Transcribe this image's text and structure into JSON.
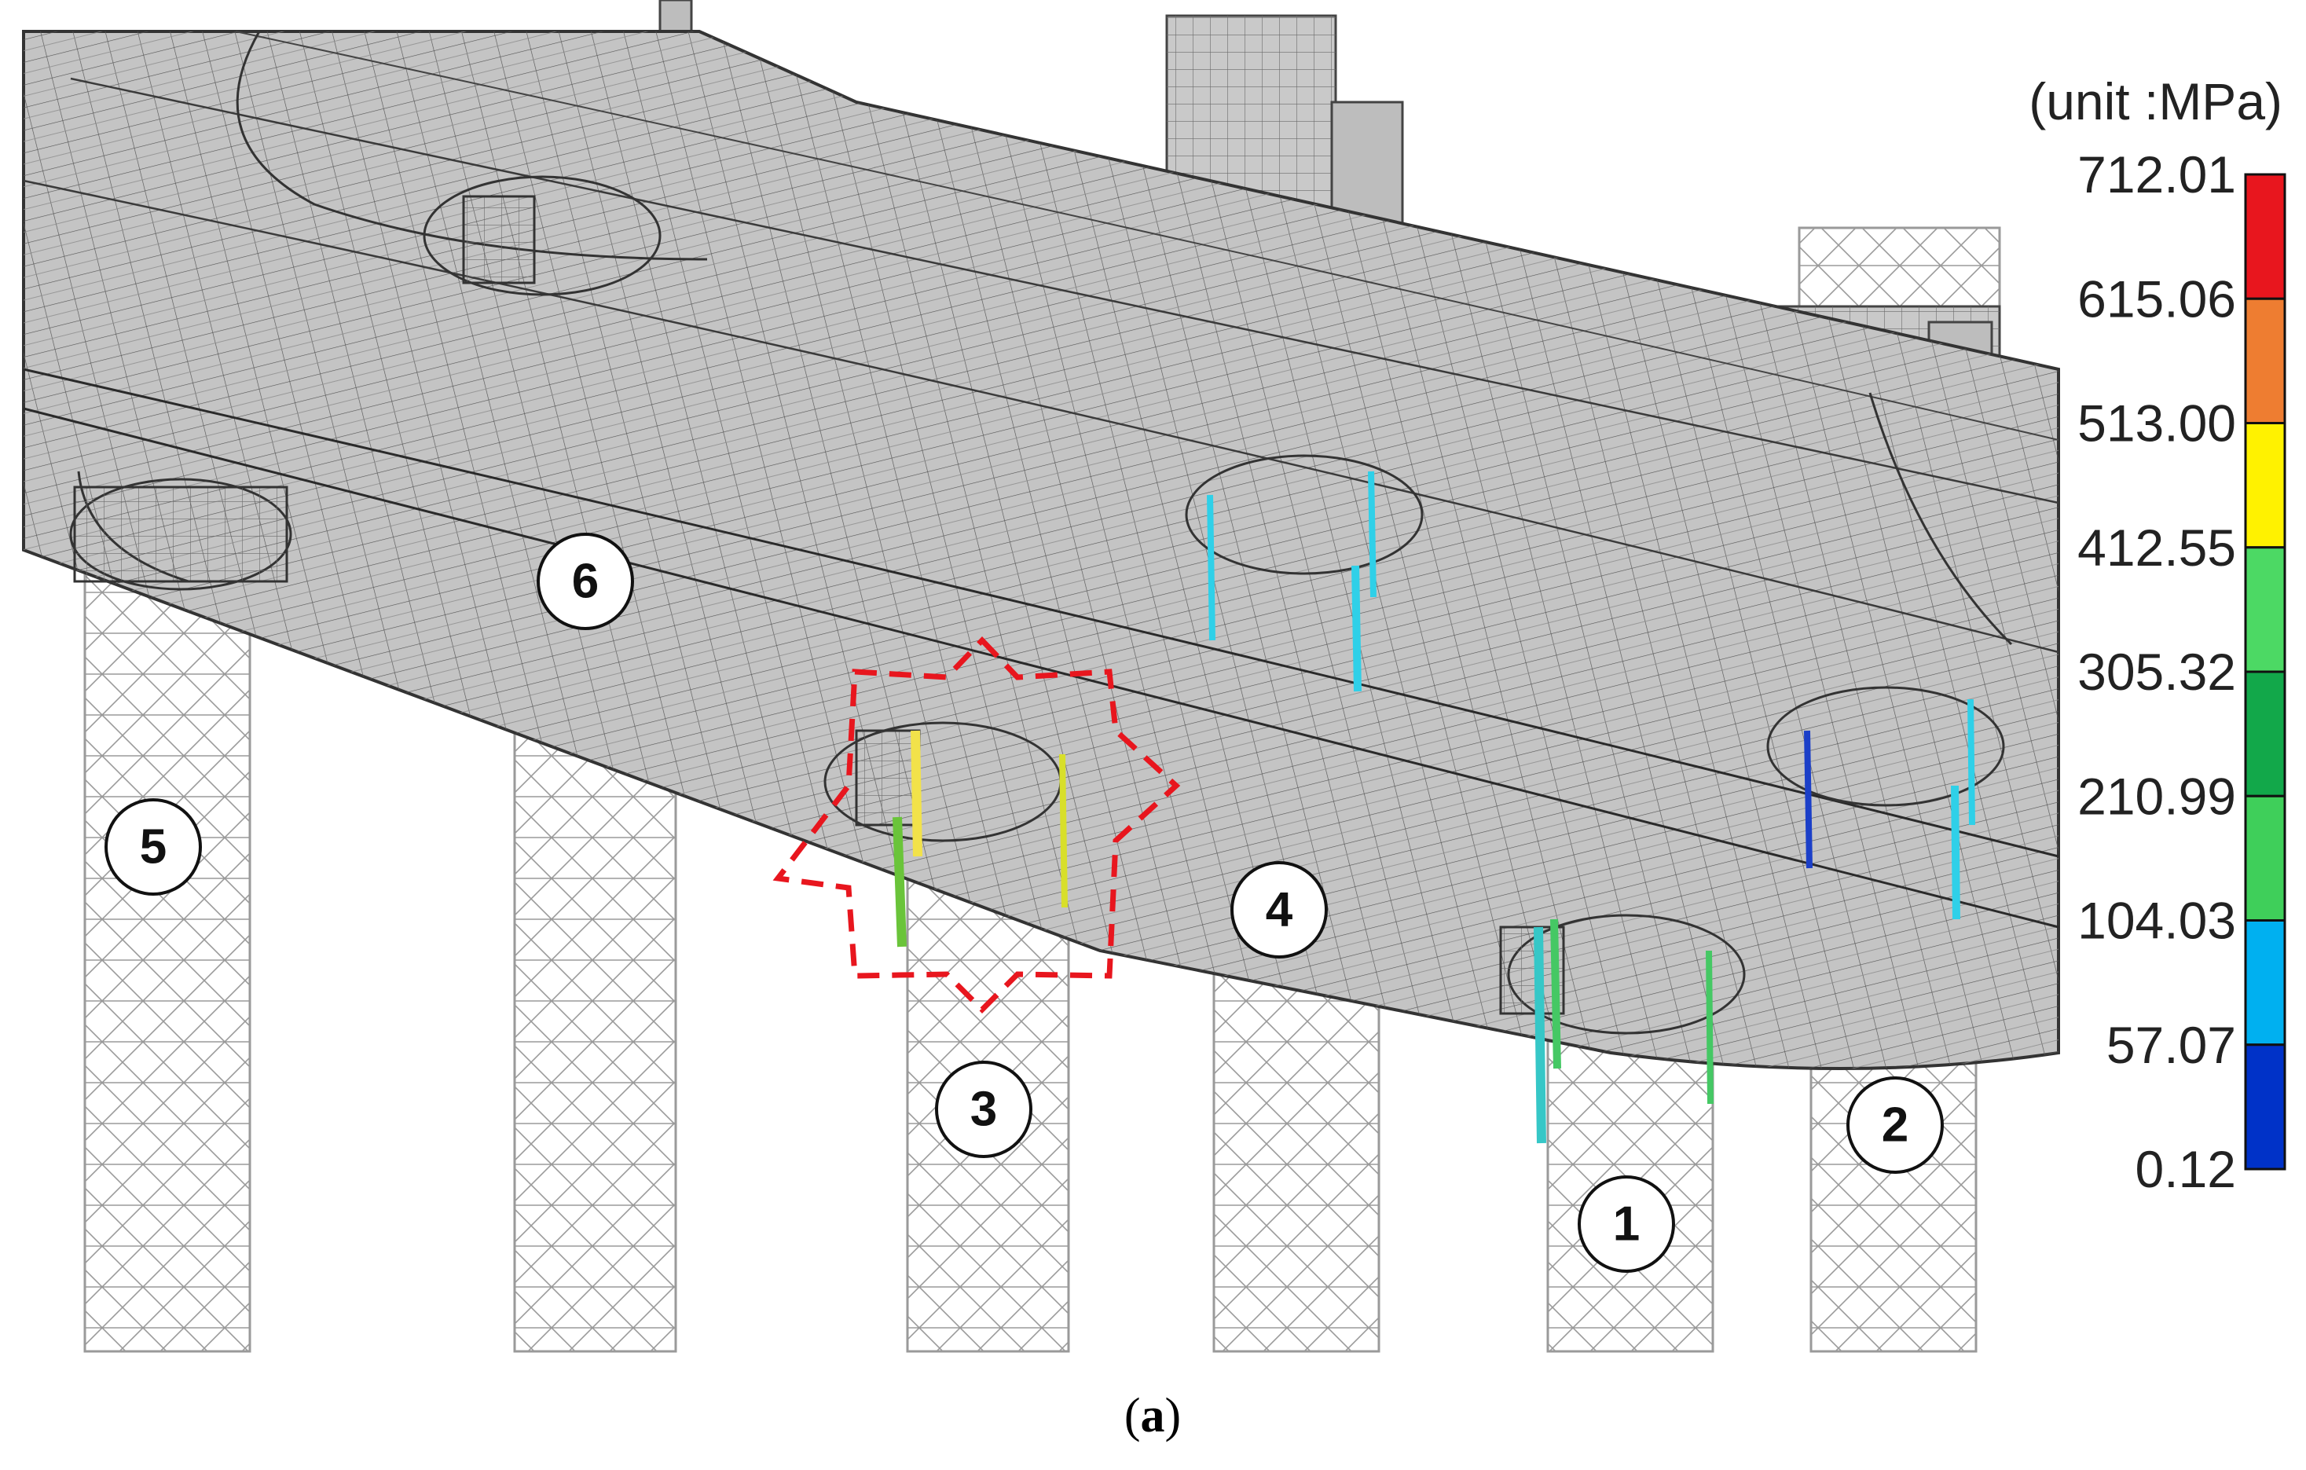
{
  "figure": {
    "caption_open": "(",
    "caption_letter": "a",
    "caption_close": ")"
  },
  "legend": {
    "unit": "(unit :MPa)",
    "values": [
      "712.01",
      "615.06",
      "513.00",
      "412.55",
      "305.32",
      "210.99",
      "104.03",
      "57.07",
      "0.12"
    ],
    "colors": [
      "#e8161e",
      "#ee7d31",
      "#fff200",
      "#4cd964",
      "#12a84a",
      "#3fcf5a",
      "#00b0f0",
      "#0032c8"
    ]
  },
  "labels": [
    "1",
    "2",
    "3",
    "4",
    "5",
    "6"
  ],
  "highlight": {
    "color": "#e8161e",
    "style": "dashed-star"
  }
}
